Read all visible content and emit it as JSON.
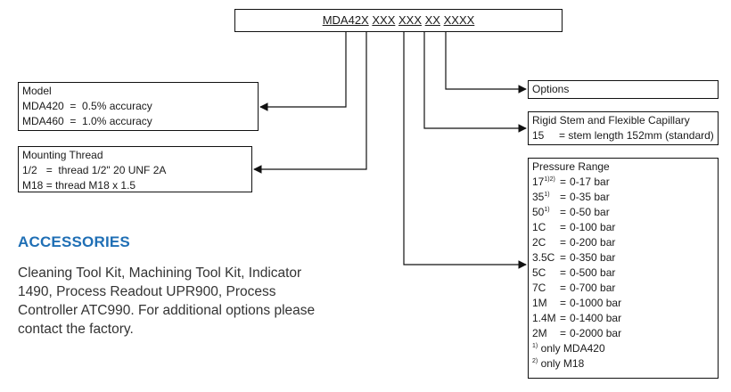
{
  "code": {
    "base": "MDA42X",
    "segments": [
      "XXX",
      "XXX",
      "XX",
      "XXXX"
    ]
  },
  "model": {
    "title": "Model",
    "rows": [
      {
        "code": "MDA420",
        "eq": "=",
        "desc": "0.5% accuracy"
      },
      {
        "code": "MDA460",
        "eq": "=",
        "desc": "1.0% accuracy"
      }
    ]
  },
  "mounting_thread": {
    "title": "Mounting Thread",
    "rows": [
      {
        "code": "1/2",
        "eq": "=",
        "desc": "thread 1/2\" 20 UNF 2A"
      },
      {
        "code": "M18",
        "eq": "=",
        "desc": "thread M18 x 1.5"
      }
    ]
  },
  "options": {
    "title": "Options"
  },
  "stem": {
    "title": "Rigid Stem and Flexible Capillary",
    "rows": [
      {
        "code": "15",
        "eq": "=",
        "desc": "stem length 152mm (standard)"
      }
    ]
  },
  "pressure": {
    "title": "Pressure Range",
    "rows": [
      {
        "code": "17",
        "sup": "1)2)",
        "eq": "=",
        "desc": "0-17 bar"
      },
      {
        "code": "35",
        "sup": "1)",
        "eq": "=",
        "desc": "0-35 bar"
      },
      {
        "code": "50",
        "sup": "1)",
        "eq": "=",
        "desc": "0-50 bar"
      },
      {
        "code": "1C",
        "sup": "",
        "eq": "=",
        "desc": "0-100 bar"
      },
      {
        "code": "2C",
        "sup": "",
        "eq": "=",
        "desc": "0-200 bar"
      },
      {
        "code": "3.5C",
        "sup": "",
        "eq": "=",
        "desc": "0-350 bar"
      },
      {
        "code": "5C",
        "sup": "",
        "eq": "=",
        "desc": "0-500 bar"
      },
      {
        "code": "7C",
        "sup": "",
        "eq": "=",
        "desc": "0-700 bar"
      },
      {
        "code": "1M",
        "sup": "",
        "eq": "=",
        "desc": "0-1000 bar"
      },
      {
        "code": "1.4M",
        "sup": "",
        "eq": "=",
        "desc": "0-1400 bar"
      },
      {
        "code": "2M",
        "sup": "",
        "eq": "=",
        "desc": "0-2000 bar"
      }
    ],
    "notes": [
      {
        "sup": "1)",
        "text": "only MDA420"
      },
      {
        "sup": "2)",
        "text": "only M18"
      }
    ]
  },
  "accessories": {
    "title": "ACCESSORIES",
    "text": "Cleaning Tool Kit, Machining Tool Kit, Indicator 1490, Process Readout UPR900, Process Controller ATC990. For additional options please contact the factory."
  },
  "colors": {
    "accent": "#1f6fb5",
    "line": "#111111",
    "text": "#1a1a1a"
  }
}
